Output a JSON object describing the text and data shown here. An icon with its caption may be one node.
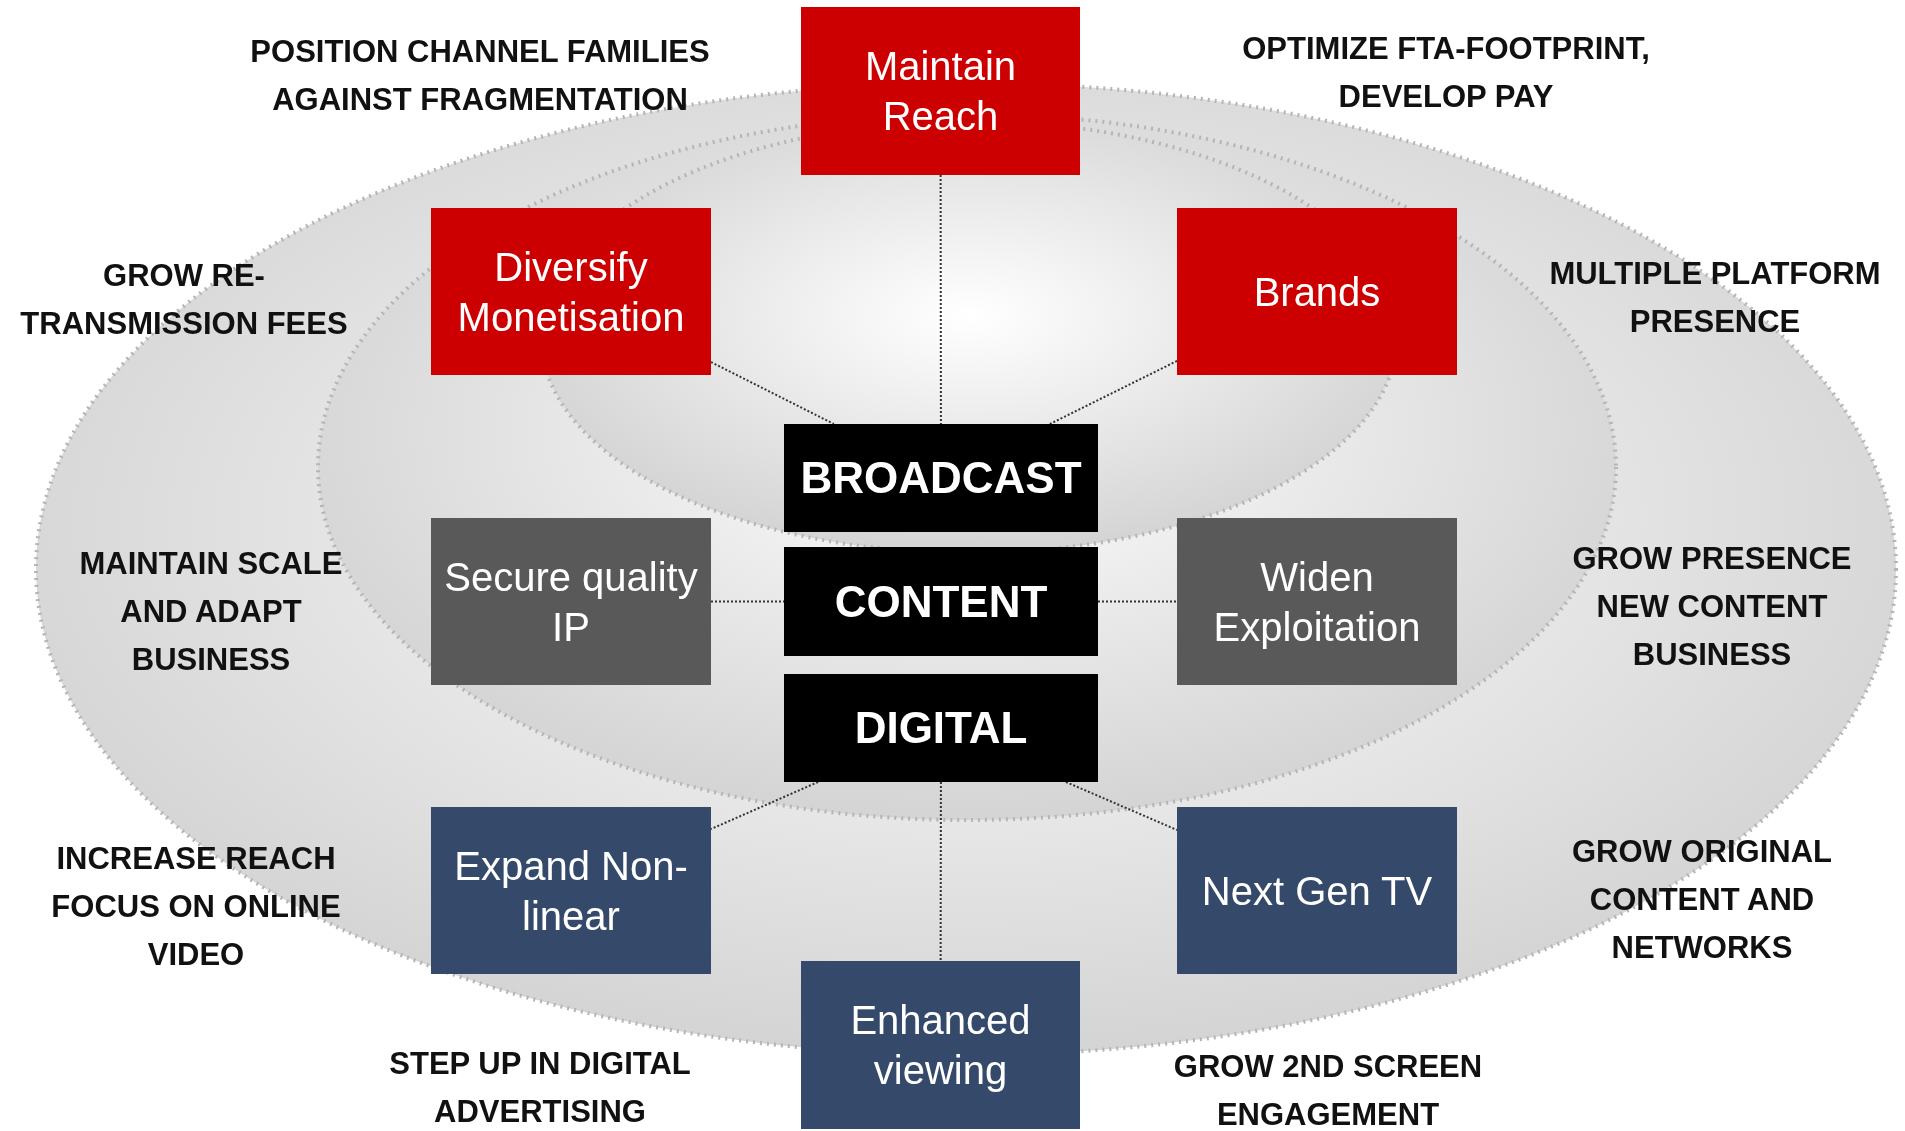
{
  "diagram": {
    "nodes": [
      {
        "text": [
          "Maintain Reach"
        ]
      },
      {
        "text": [
          "Diversify Monetisation"
        ]
      },
      {
        "text": [
          "Brands"
        ]
      },
      {
        "text": [
          "BROADCAST"
        ]
      },
      {
        "text": [
          "Secure quality IP"
        ]
      },
      {
        "text": [
          "CONTENT"
        ]
      },
      {
        "text": [
          "Widen Exploitation"
        ]
      },
      {
        "text": [
          "DIGITAL"
        ]
      },
      {
        "text": [
          "Expand Non-linear"
        ]
      },
      {
        "text": [
          "Next Gen TV"
        ]
      },
      {
        "text": [
          "Enhanced viewing"
        ]
      }
    ],
    "edges": [
      {
        "from": 0,
        "to": 3,
        "arrow": "none"
      },
      {
        "from": 1,
        "to": 3,
        "arrow": "none"
      },
      {
        "from": 2,
        "to": 3,
        "arrow": "none"
      },
      {
        "from": 4,
        "to": 5,
        "arrow": "none"
      },
      {
        "from": 5,
        "to": 6,
        "arrow": "none"
      },
      {
        "from": 7,
        "to": 8,
        "arrow": "none"
      },
      {
        "from": 7,
        "to": 9,
        "arrow": "none"
      },
      {
        "from": 7,
        "to": 10,
        "arrow": "none"
      }
    ],
    "labels": [
      "POSITION CHANNEL FAMILIES AGAINST FRAGMENTATION",
      "OPTIMIZE FTA-FOOTPRINT, DEVELOP PAY",
      "GROW RE-TRANSMISSION FEES",
      "MULTIPLE PLATFORM PRESENCE",
      "MAINTAIN SCALE AND ADAPT BUSINESS",
      "GROW PRESENCE NEW CONTENT BUSINESS",
      "INCREASE REACH FOCUS ON ONLINE VIDEO",
      "GROW ORIGINAL CONTENT AND NETWORKS",
      "STEP UP IN DIGITAL ADVERTISING",
      "GROW 2ND SCREEN ENGAGEMENT"
    ]
  }
}
